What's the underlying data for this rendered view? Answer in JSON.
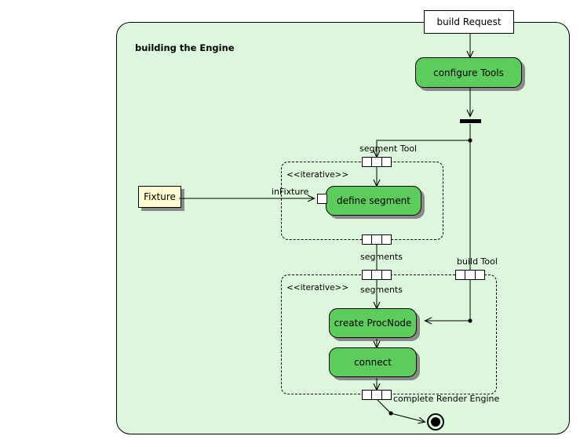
{
  "diagram": {
    "type": "uml-activity-diagram",
    "frame_title": "building the Engine",
    "background_color": "#ddf7dd",
    "action_color": "#5ccc5c",
    "object_color": "#ffffff",
    "datastore_color": "#fdfbd0"
  },
  "nodes": {
    "build_request": "build Request",
    "configure_tools": "configure Tools",
    "fixture": "Fixture",
    "define_segment": "define segment",
    "create_procnode": "create ProcNode",
    "connect": "connect"
  },
  "regions": [
    {
      "id": "region-define-segment",
      "stereotype": "<<iterative>>"
    },
    {
      "id": "region-build-procnodes",
      "stereotype": "<<iterative>>"
    }
  ],
  "pins": {
    "segment_tool": "segment Tool",
    "in_fixture": "inFixture",
    "segments_out": "segments",
    "segments_in": "segments",
    "segments_flow": "segments",
    "build_tool": "build Tool",
    "complete_render_engine": "complete Render Engine"
  },
  "icons": {
    "fork_bar": "fork-bar-icon",
    "final_node": "activity-final-node-icon",
    "expansion_node": "expansion-node-icon",
    "input_pin": "input-pin-icon"
  }
}
